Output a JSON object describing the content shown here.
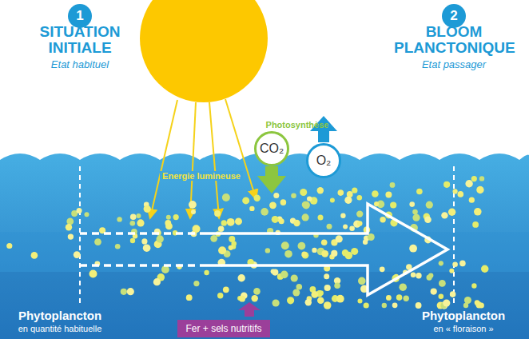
{
  "diagram": {
    "nodes": [
      {
        "text": [
          "1"
        ]
      },
      {
        "text": [
          "2"
        ]
      },
      {
        "text": [
          "CO₂"
        ]
      },
      {
        "text": [
          "O₂"
        ]
      },
      {
        "text": [
          "Fer + sels nutritifs"
        ]
      }
    ],
    "labels": [
      "SITUATION INITIALE",
      "Etat habituel",
      "BLOOM PLANCTONIQUE",
      "Etat passager",
      "Photosynthèse",
      "Energie lumineuse",
      "Phytoplancton",
      "en quantité habituelle",
      "Phytoplancton",
      "en « floraison »"
    ]
  }
}
